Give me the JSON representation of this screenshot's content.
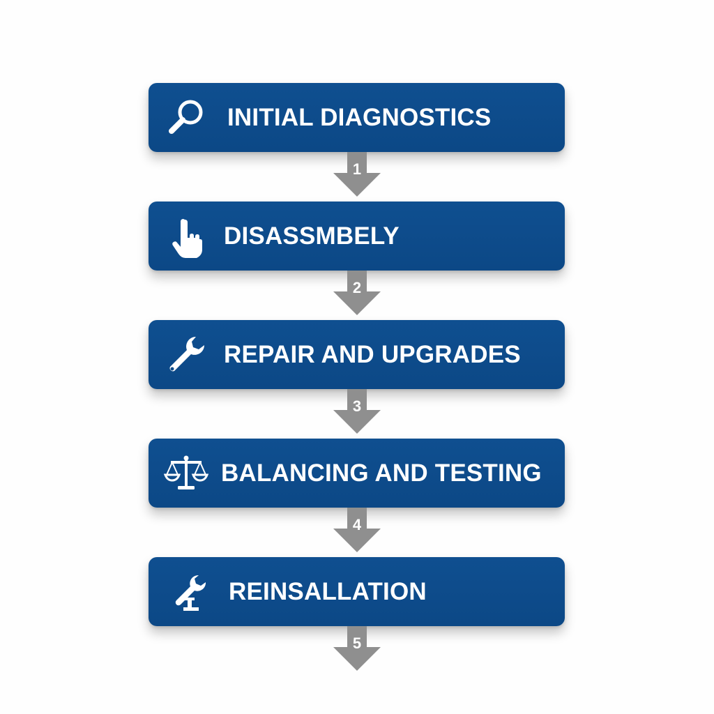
{
  "colors": {
    "step_fill": "#0e4c8b",
    "arrow_fill": "#8f8f8f",
    "text": "#ffffff",
    "background": "#fefefe"
  },
  "steps": [
    {
      "label": "INITIAL DIAGNOSTICS",
      "icon": "magnifier-icon"
    },
    {
      "label": "DISASSMBELY",
      "icon": "pointing-hand-icon"
    },
    {
      "label": "REPAIR AND UPGRADES",
      "icon": "wrench-icon"
    },
    {
      "label": "BALANCING AND TESTING",
      "icon": "balance-scale-icon"
    },
    {
      "label": "REINSALLATION",
      "icon": "wrench-stand-icon"
    }
  ],
  "arrows": [
    {
      "number": "1"
    },
    {
      "number": "2"
    },
    {
      "number": "3"
    },
    {
      "number": "4"
    },
    {
      "number": "5"
    }
  ]
}
